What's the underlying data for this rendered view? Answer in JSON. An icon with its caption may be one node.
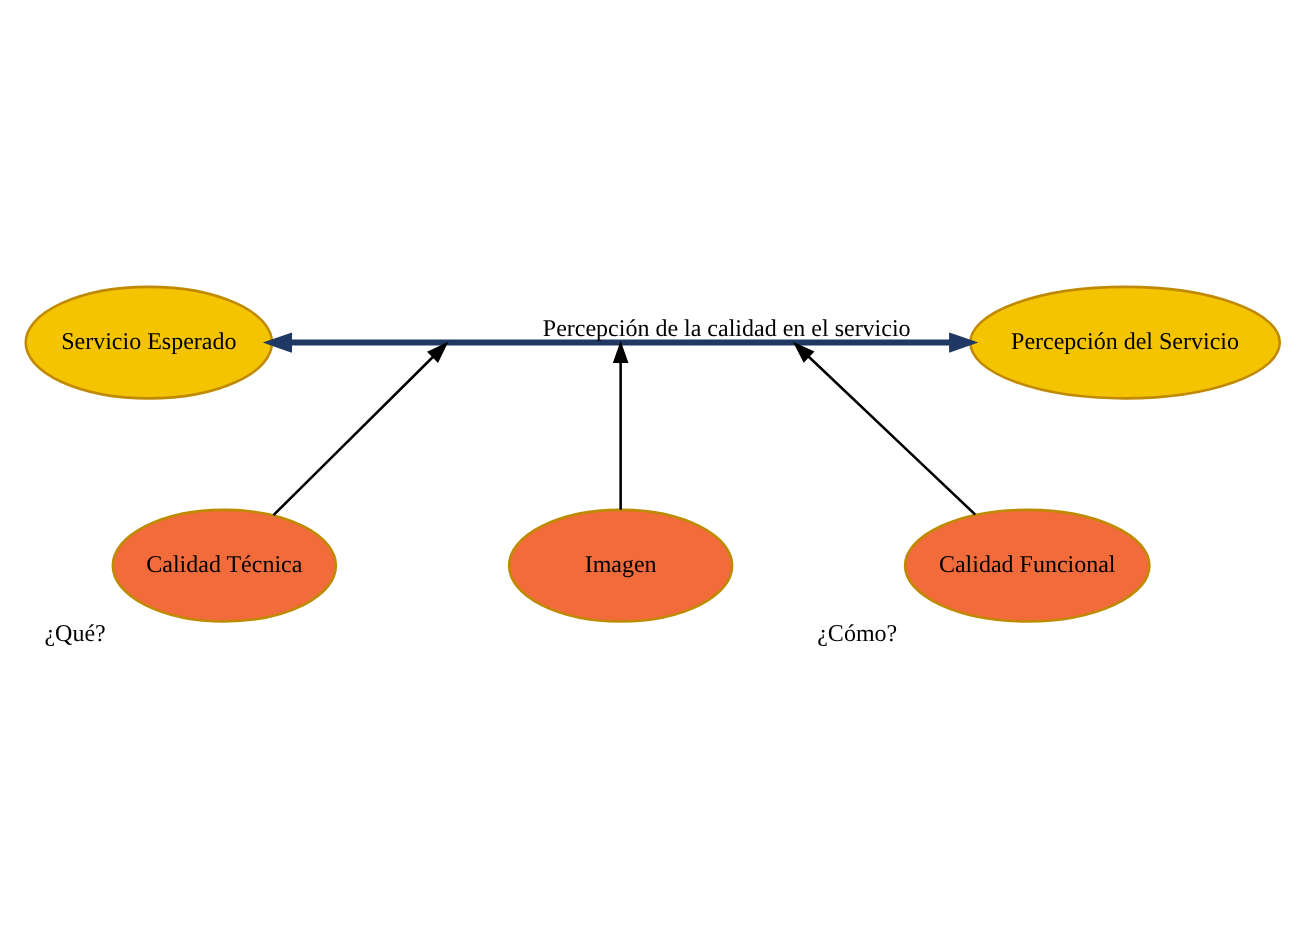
{
  "diagram": {
    "nodes": [
      {
        "text": [
          "Servicio Esperado"
        ]
      },
      {
        "text": [
          "Percepción del Servicio"
        ]
      },
      {
        "text": [
          "Imagen"
        ]
      },
      {
        "text": [
          "Calidad Técnica"
        ],
        "beside": [
          "¿Qué?"
        ]
      },
      {
        "text": [
          "Calidad Funcional"
        ],
        "beside": [
          "¿Cómo?"
        ]
      }
    ],
    "edges": [
      {
        "from": 0,
        "to": 1,
        "arrow": "both",
        "label": "Percepción de la calidad en el servicio",
        "style": "thick",
        "color": "#1f3864"
      },
      {
        "from": 3,
        "to": null,
        "arrow": "to"
      },
      {
        "from": 2,
        "to": null,
        "arrow": "to"
      },
      {
        "from": 4,
        "to": null,
        "arrow": "to"
      }
    ]
  }
}
